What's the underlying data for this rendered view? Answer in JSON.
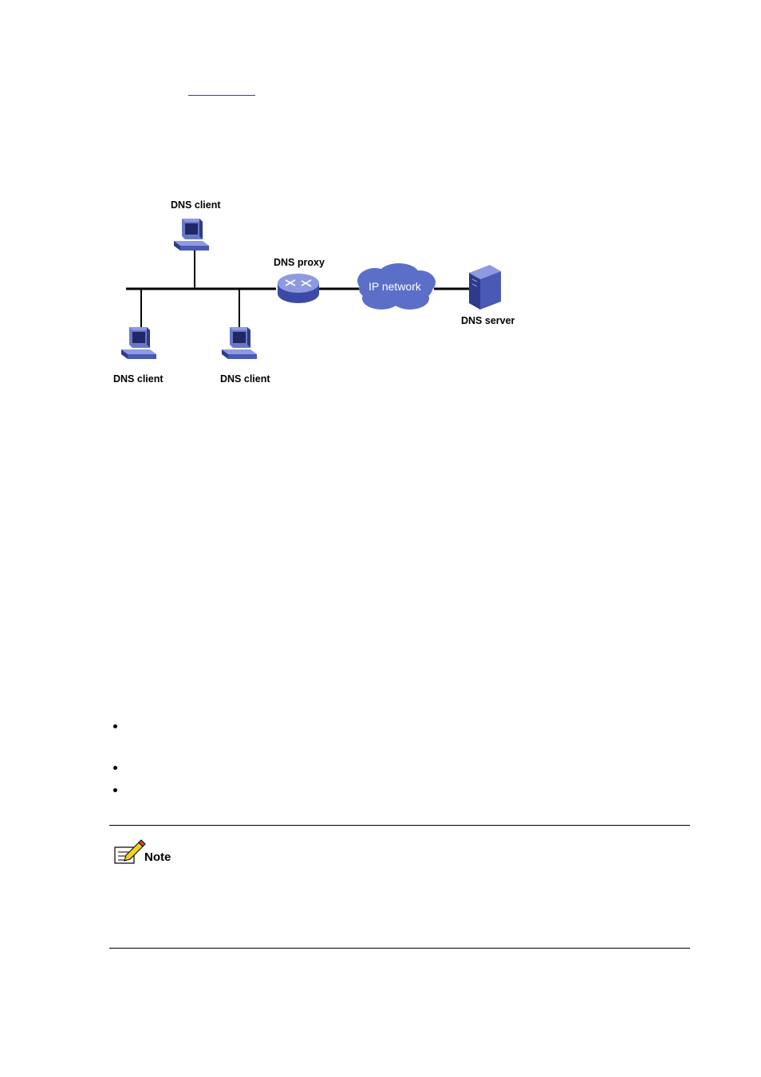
{
  "diagram": {
    "client_top_label": "DNS client",
    "client_left_label": "DNS client",
    "client_mid_label": "DNS client",
    "proxy_label": "DNS proxy",
    "cloud_label": "IP network",
    "server_label": "DNS server"
  },
  "note": {
    "label": "Note"
  },
  "colors": {
    "device_blue": "#3b4aa6",
    "cloud_blue": "#5b6fc9",
    "link": "#2a39c8"
  }
}
